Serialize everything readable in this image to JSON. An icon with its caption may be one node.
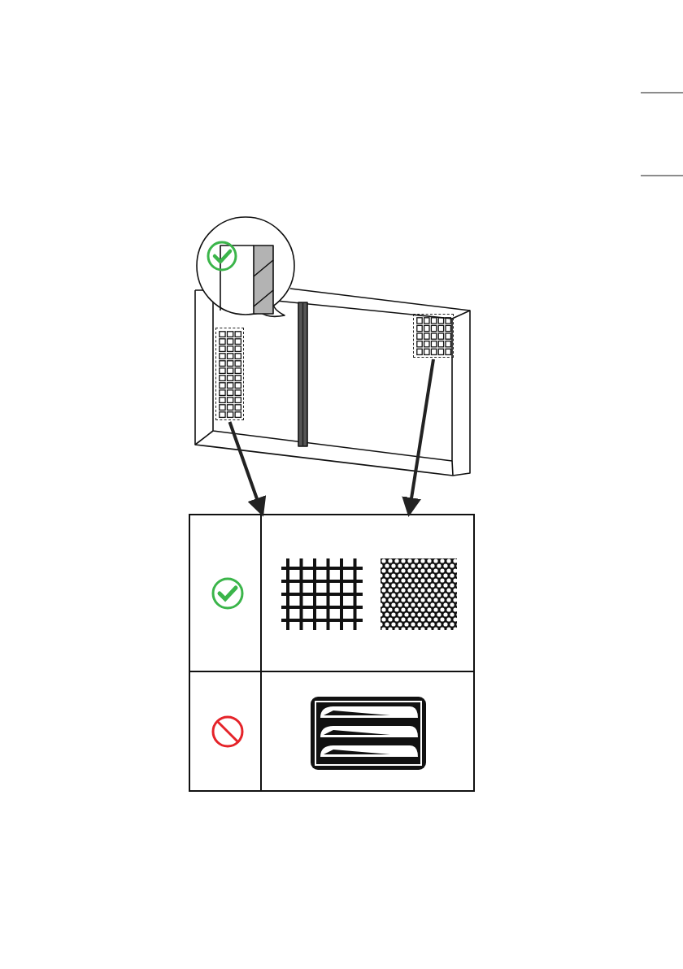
{
  "diagram": {
    "nodes": [
      {
        "text": [],
        "shape": "box"
      },
      {
        "text": [],
        "shape": "box"
      },
      {
        "text": [],
        "shape": "box"
      }
    ],
    "edges": [
      {
        "from": 0,
        "to": 2,
        "arrow": "to"
      },
      {
        "from": 1,
        "to": 2,
        "arrow": "to"
      }
    ]
  }
}
